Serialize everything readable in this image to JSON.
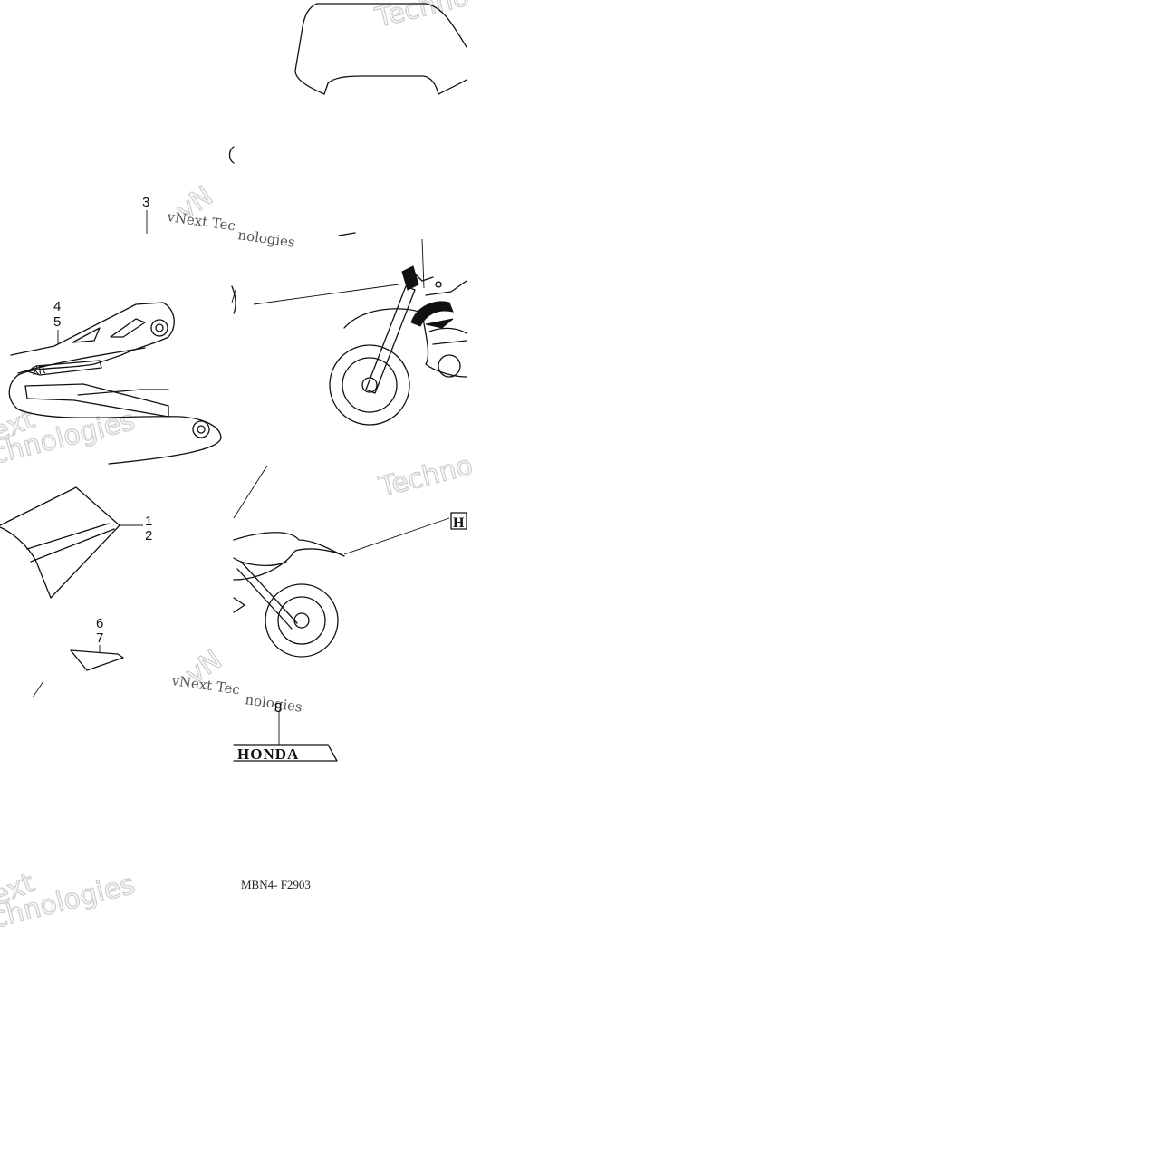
{
  "diagram": {
    "callouts": {
      "c1": "1",
      "c2": "2",
      "c3": "3",
      "c4": "4",
      "c5": "5",
      "c6": "6",
      "c7": "7",
      "c8": "8"
    },
    "figure_code": "MBN4- F2903",
    "emblem_text": "HONDA",
    "model_badge": "XR",
    "watermarks": {
      "serif_a": "vNext Tec",
      "serif_a2": "nologies",
      "serif_b": "vNext Tec",
      "serif_b2": "nologies",
      "ghost_1": "Techno",
      "ghost_2": "Techno",
      "ghost_3": "ext",
      "ghost_4": "chnologies",
      "ghost_5": "ext",
      "ghost_6": "chnologies",
      "ghost_7": "vN",
      "ghost_8": "vN"
    }
  }
}
